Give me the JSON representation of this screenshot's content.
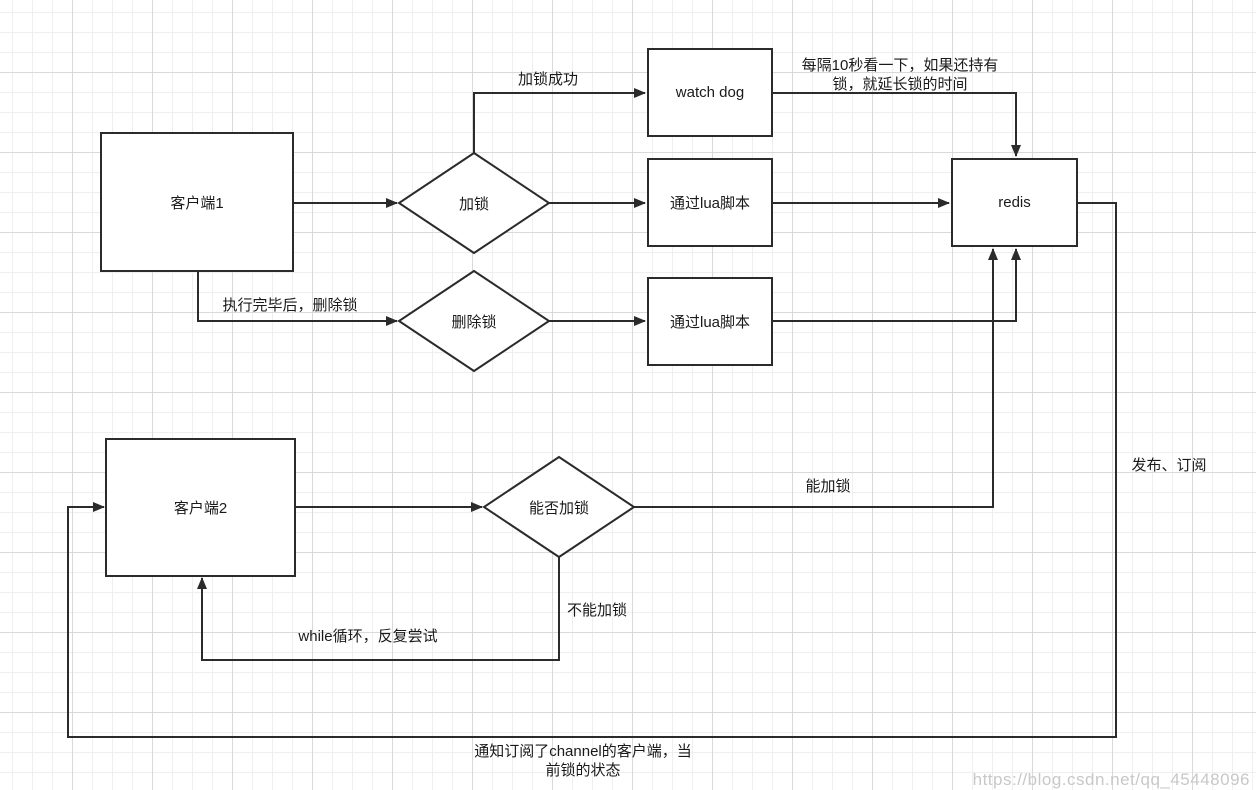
{
  "nodes": {
    "client1": "客户端1",
    "client2": "客户端2",
    "lock": "加锁",
    "unlock": "删除锁",
    "can_lock": "能否加锁",
    "watchdog": "watch dog",
    "lua1": "通过lua脚本",
    "lua2": "通过lua脚本",
    "redis": "redis"
  },
  "labels": {
    "lock_success": "加锁成功",
    "watchdog_note": "每隔10秒看一下，如果还持有锁，就延长锁的时间",
    "after_exec": "执行完毕后，删除锁",
    "can": "能加锁",
    "cannot": "不能加锁",
    "while_loop": "while循环，反复尝试",
    "pubsub": "发布、订阅",
    "notify": "通知订阅了channel的客户端，当前锁的状态"
  },
  "watermark": "https://blog.csdn.net/qq_45448096"
}
